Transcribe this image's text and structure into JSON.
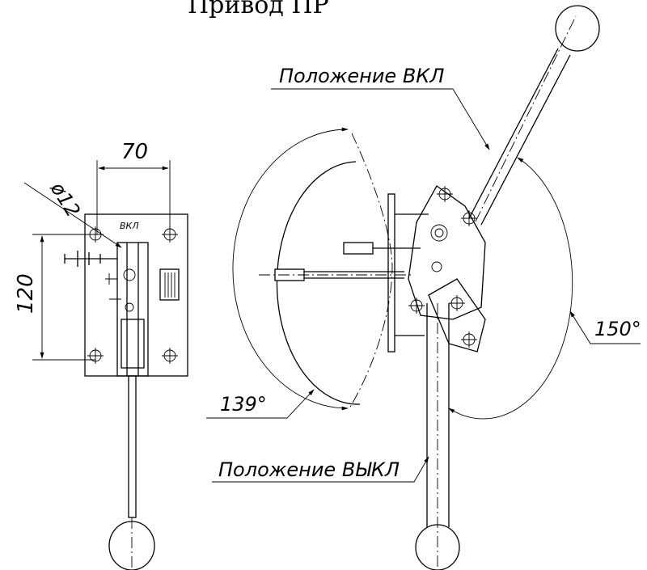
{
  "title": "Привод ПР",
  "front_view": {
    "dim_width": "70",
    "dim_height": "120",
    "dim_diameter": "ø12",
    "label_on": "ВКЛ"
  },
  "side_view": {
    "position_on": "Положение ВКЛ",
    "position_off": "Положение ВЫКЛ",
    "angle_left": "139°",
    "angle_right": "150°"
  }
}
